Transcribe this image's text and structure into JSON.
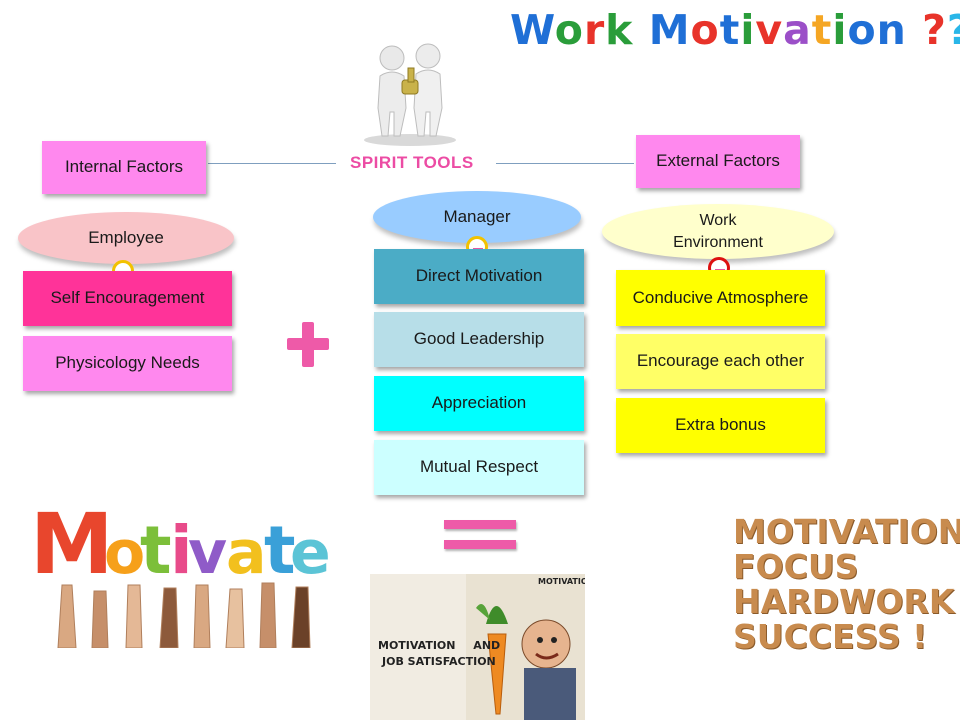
{
  "title": {
    "letters": [
      {
        "ch": "W",
        "color": "#1f6fd6"
      },
      {
        "ch": "o",
        "color": "#2a9d3a"
      },
      {
        "ch": "r",
        "color": "#e8332a"
      },
      {
        "ch": "k",
        "color": "#2a9d3a"
      },
      {
        "ch": " ",
        "color": "#000000"
      },
      {
        "ch": "M",
        "color": "#1f6fd6"
      },
      {
        "ch": "o",
        "color": "#e8332a"
      },
      {
        "ch": "t",
        "color": "#1f6fd6"
      },
      {
        "ch": "i",
        "color": "#2a9d3a"
      },
      {
        "ch": "v",
        "color": "#e8332a"
      },
      {
        "ch": "a",
        "color": "#9b4fc8"
      },
      {
        "ch": "t",
        "color": "#f5a623"
      },
      {
        "ch": "i",
        "color": "#2a9d3a"
      },
      {
        "ch": "o",
        "color": "#1f6fd6"
      },
      {
        "ch": "n",
        "color": "#1f6fd6"
      },
      {
        "ch": " ",
        "color": "#000000"
      },
      {
        "ch": "?",
        "color": "#e8332a"
      },
      {
        "ch": "?",
        "color": "#29b6e8"
      },
      {
        "ch": "?",
        "color": "#1f3a8a"
      }
    ]
  },
  "center": {
    "label": "SPIRIT TOOLS"
  },
  "internal": {
    "label": "Internal Factors"
  },
  "external": {
    "label": "External Factors"
  },
  "employee": {
    "label": "Employee",
    "items": [
      "Self Encouragement",
      "Physicology Needs"
    ]
  },
  "manager": {
    "label": "Manager",
    "items": [
      "Direct Motivation",
      "Good Leadership",
      "Appreciation",
      "Mutual Respect"
    ]
  },
  "environment": {
    "label_line1": "Work",
    "label_line2": "Environment",
    "items": [
      "Conducive Atmosphere",
      "Encourage each other",
      "Extra bonus"
    ]
  },
  "motivate_image": {
    "word": "Motivate"
  },
  "book": {
    "top_label": "MOTIVATION",
    "label_line1": "MOTIVATION AND",
    "label_line2": "JOB SATISFACTION"
  },
  "words_image": {
    "lines": [
      "MOTIVATION",
      "FOCUS",
      "HARDWORK",
      "SUCCESS !"
    ]
  },
  "colors": {
    "pink_box": "#ff88ee",
    "magenta": "#ff3399",
    "accent_pink": "#ee5aa8",
    "manager_dark": "#4bacc6",
    "manager_light": "#b7dee8",
    "cyan": "#00ffff",
    "pale_cyan": "#ccffff",
    "yellow": "#ffff00",
    "pale_yellow": "#ffff66"
  }
}
